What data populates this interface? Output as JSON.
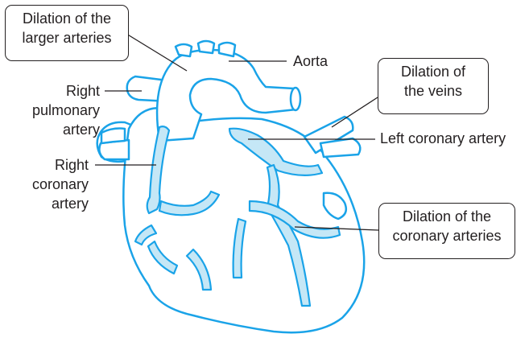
{
  "labels": {
    "dilation_larger_arteries": [
      "Dilation of the",
      "larger arteries"
    ],
    "aorta": "Aorta",
    "dilation_veins": [
      "Dilation of",
      "the veins"
    ],
    "right_pulmonary_artery": [
      "Right",
      "pulmonary",
      "artery"
    ],
    "left_coronary_artery": "Left coronary artery",
    "right_coronary_artery": [
      "Right",
      "coronary",
      "artery"
    ],
    "dilation_coronary_arteries": [
      "Dilation of the",
      "coronary arteries"
    ]
  },
  "colors": {
    "outline": "#1aa3e8",
    "vessel_fill": "#c5e7f6",
    "leader_line": "#231f20",
    "text": "#231f20"
  }
}
